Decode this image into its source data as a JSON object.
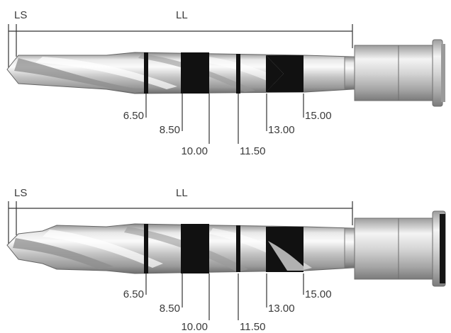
{
  "drills": [
    {
      "ls_label": "LS",
      "ll_label": "LL",
      "depth_marks": [
        "6.50",
        "8.50",
        "10.00",
        "11.50",
        "13.00",
        "15.00"
      ]
    },
    {
      "ls_label": "LS",
      "ll_label": "LL",
      "depth_marks": [
        "6.50",
        "8.50",
        "10.00",
        "11.50",
        "13.00",
        "15.00"
      ]
    }
  ],
  "colors": {
    "steel_light": "#f2f2f2",
    "steel_mid": "#bdbdbd",
    "steel_dark": "#7a7a7a",
    "band": "#111111",
    "line": "#333333",
    "text": "#3a3a3a"
  }
}
